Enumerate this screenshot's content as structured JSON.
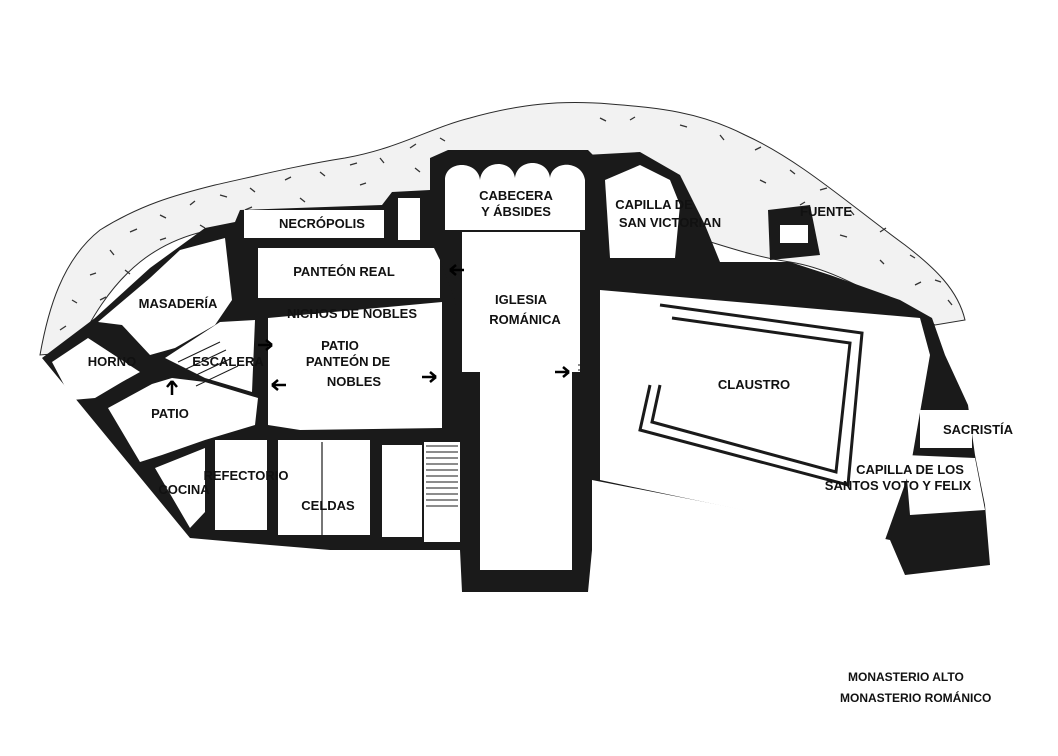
{
  "rooms": {
    "necropolis": "NECRÓPOLIS",
    "panteon_real": "PANTEÓN REAL",
    "masaderia": "MASADERÍA",
    "nichos_nobles": "NICHOS DE NOBLES",
    "horno": "HORNO",
    "escalera": "ESCALERA",
    "patio_panteon_1": "PATIO",
    "patio_panteon_2": "PANTEÓN DE",
    "patio_panteon_3": "NOBLES",
    "patio": "PATIO",
    "refectorio": "REFECTORIO",
    "cocina": "COCINA",
    "celdas": "CELDAS",
    "cabecera_1": "CABECERA",
    "cabecera_2": "Y ÁBSIDES",
    "iglesia_1": "IGLESIA",
    "iglesia_2": "ROMÁNICA",
    "capilla_victorian_1": "CAPILLA DE",
    "capilla_victorian_2": "SAN VICTORIAN",
    "fuente": "FUENTE",
    "claustro": "CLAUSTRO",
    "sacristia": "SACRISTÍA",
    "capilla_santos_1": "CAPILLA DE LOS",
    "capilla_santos_2": "SANTOS VOTO Y FELIX"
  },
  "caption": {
    "line1": "MONASTERIO ALTO",
    "line2": "MONASTERIO ROMÁNICO"
  },
  "colors": {
    "wall": "#1a1a1a",
    "rock": "#f2f2f2",
    "background": "#ffffff"
  },
  "icons": [
    "arrow-icon",
    "stair-icon"
  ]
}
